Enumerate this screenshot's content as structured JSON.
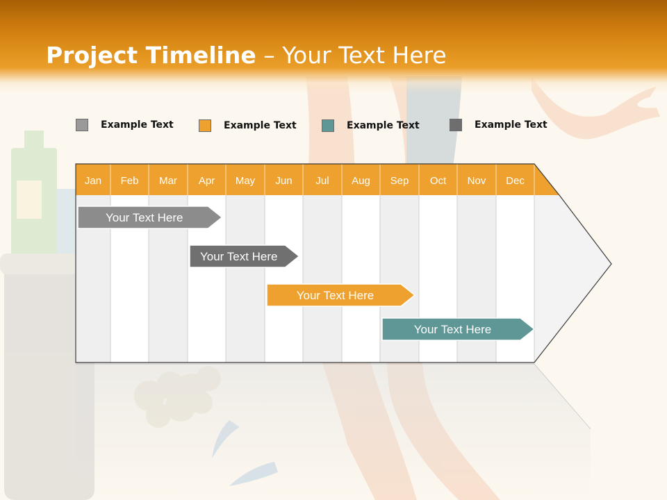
{
  "title": {
    "bold": "Project Timeline",
    "rest": " – Your Text Here"
  },
  "legend": [
    {
      "label": "Example Text",
      "color": "#9a9a9a"
    },
    {
      "label": "Example Text",
      "color": "#eea12e"
    },
    {
      "label": "Example Text",
      "color": "#5f9696"
    },
    {
      "label": "Example Text",
      "color": "#6e6e6e"
    }
  ],
  "months": [
    "Jan",
    "Feb",
    "Mar",
    "Apr",
    "May",
    "Jun",
    "Jul",
    "Aug",
    "Sep",
    "Oct",
    "Nov",
    "Dec"
  ],
  "tasks": [
    {
      "label": "Your  Text Here",
      "start_month": "Jan",
      "end_month": "Apr",
      "color": "#8c8c8c"
    },
    {
      "label": "Your  Text Here",
      "start_month": "Apr",
      "end_month": "Jun",
      "color": "#707070"
    },
    {
      "label": "Your  Text Here",
      "start_month": "Jun",
      "end_month": "Sep",
      "color": "#eea12e"
    },
    {
      "label": "Your  Text Here",
      "start_month": "Sep",
      "end_month": "Dec",
      "color": "#5f9696"
    }
  ],
  "colors": {
    "header_orange": "#e0921c",
    "month_band": "#eea12e",
    "column_shade": "#efefef"
  }
}
